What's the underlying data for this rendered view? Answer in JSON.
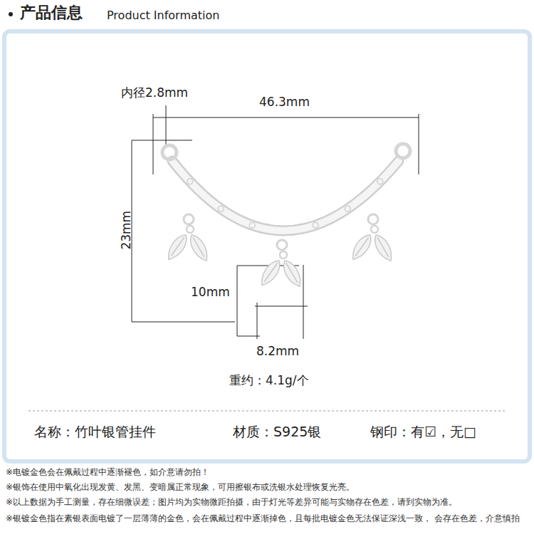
{
  "diagram": {
    "title": "产品信息",
    "labels": [
      "Product Information",
      "内径2.8mm",
      "46.3mm",
      "23mm",
      "10mm",
      "8.2mm",
      "重约：4.1g/个",
      "名称：竹叶银管挂件",
      "材质：S925银",
      "钢印：有☑，无□",
      "※电镀金色会在佩戴过程中逐渐褪色，如介意请勿拍！",
      "※银饰在使用中氧化出现发黄、发黑、变暗属正常现象，可用擦银布或洗银水处理恢复光亮。",
      "※以上数据为手工测量，存在细微误差；图片均为实物微距拍摄，由于灯光等差异可能与实物存在色差，请到实物为准。",
      "※银镀金色指在素银表面电镀了一层薄薄的金色，会在佩戴过程中逐渐掉色，且每批电镀金色无法保证深浅一致， 会存在色差，介意慎拍"
    ]
  }
}
